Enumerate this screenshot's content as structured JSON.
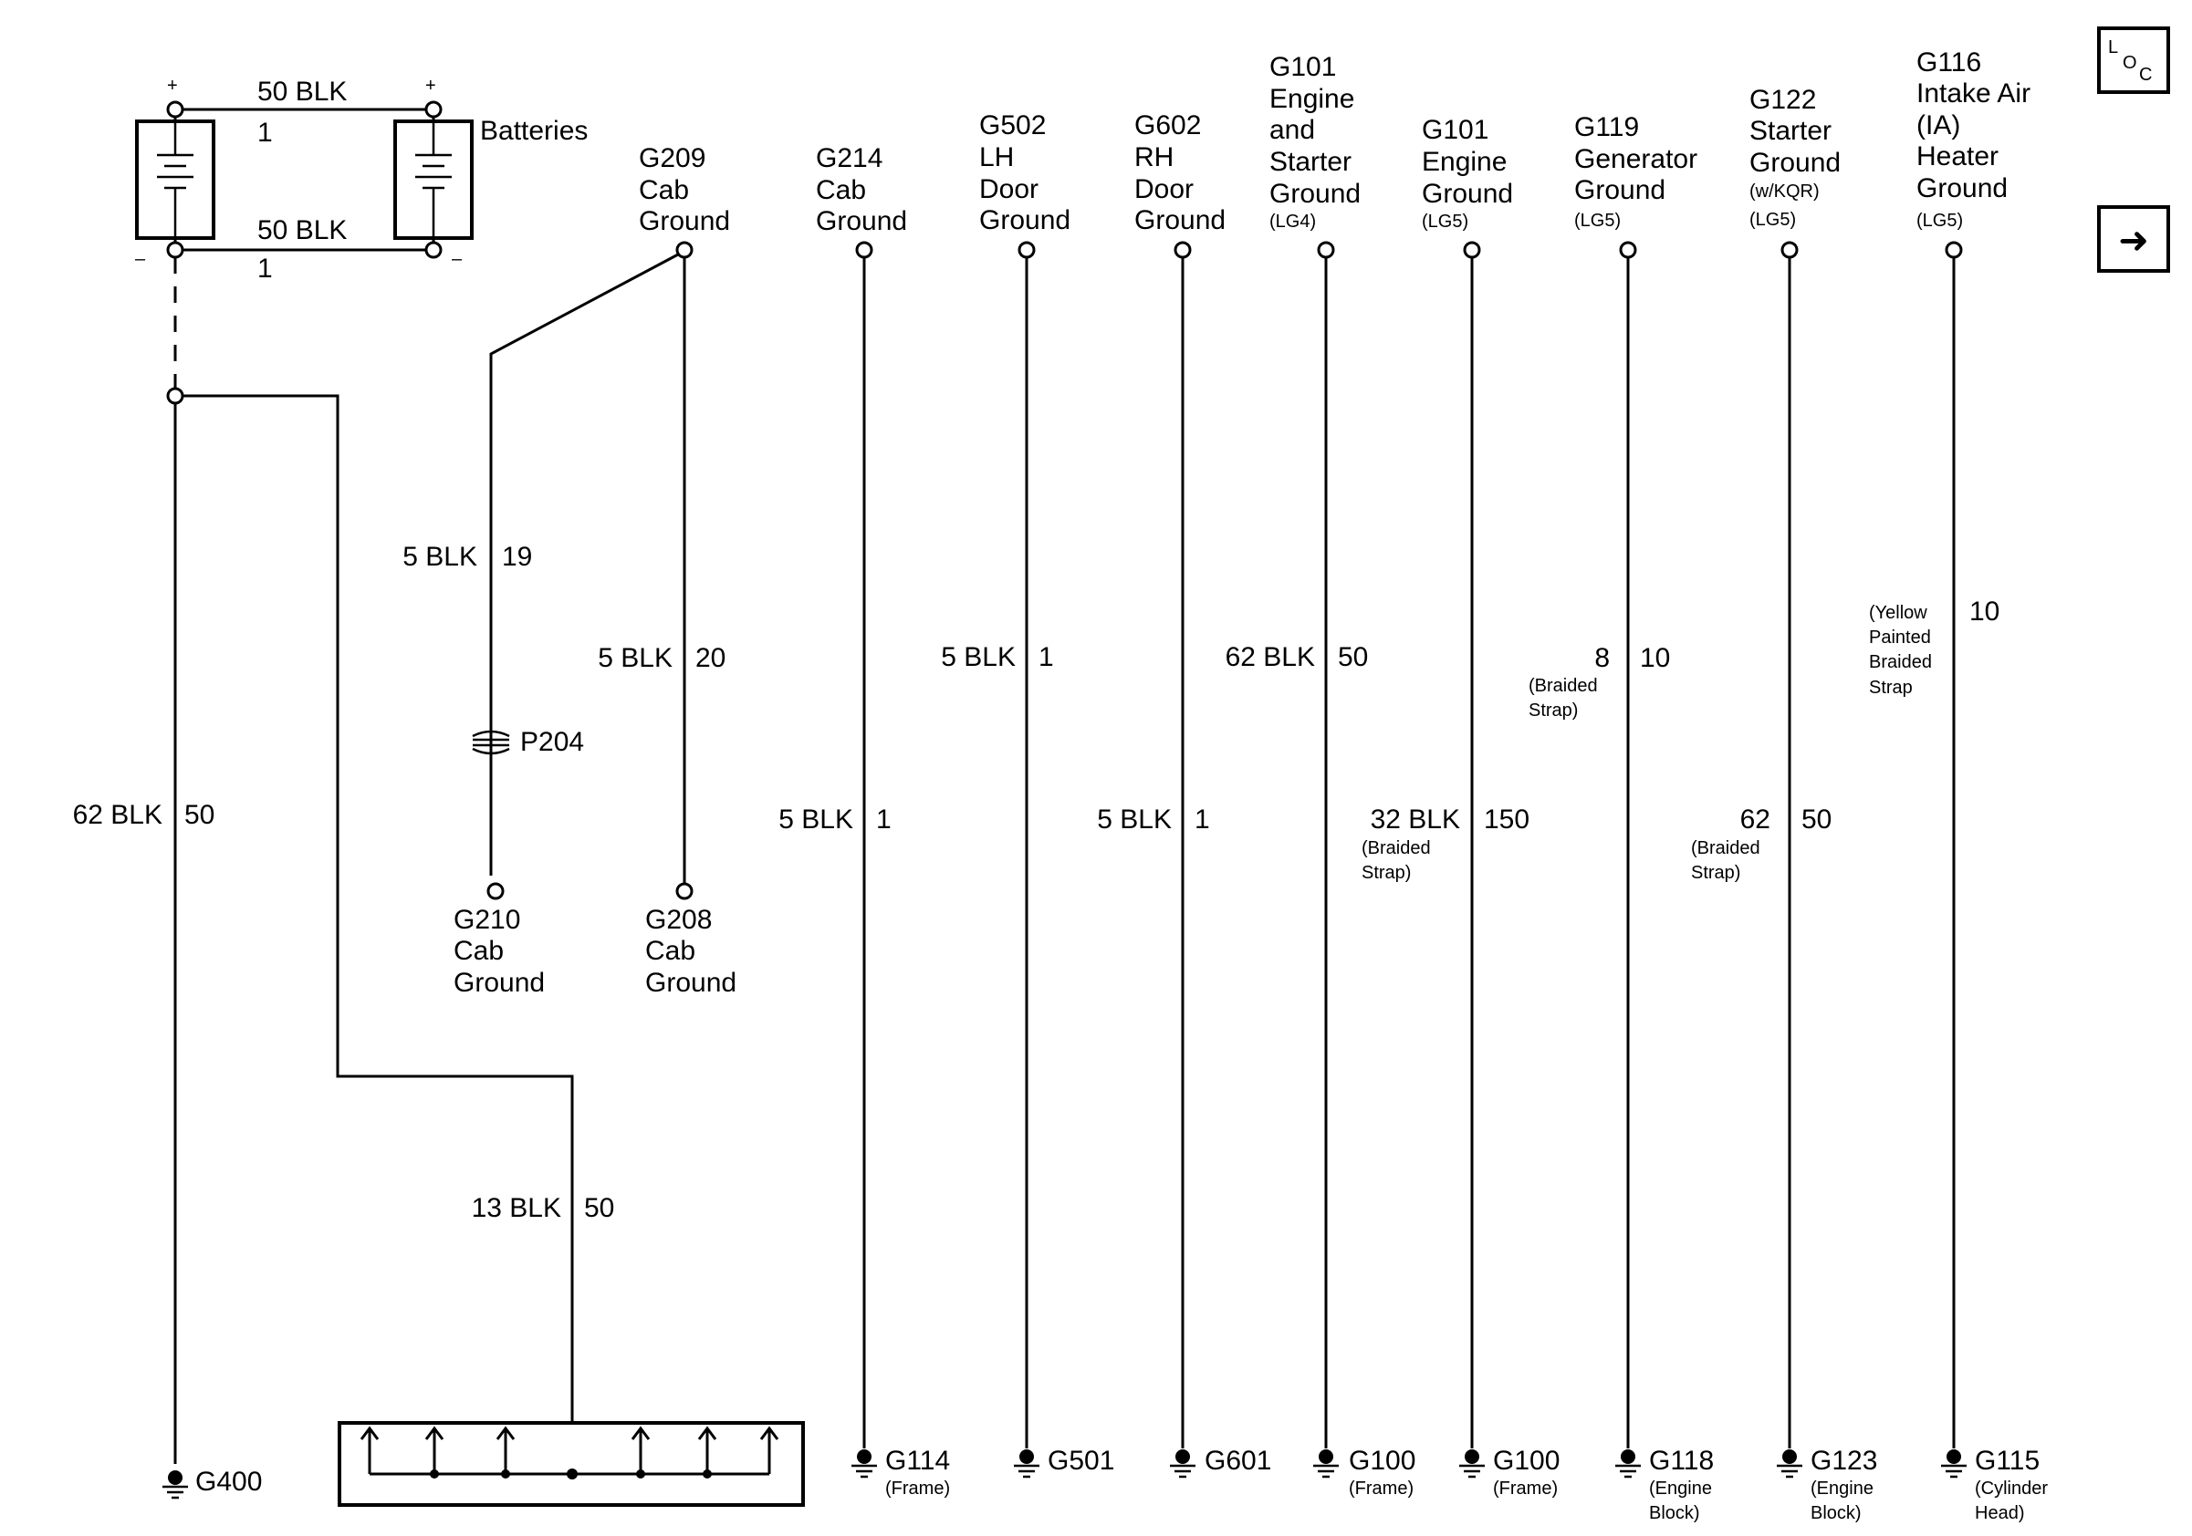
{
  "batteries": {
    "label": "Batteries",
    "pos_symbol": "+",
    "neg_symbol": "–",
    "top_wire": {
      "label": "50 BLK",
      "circuit": "1"
    },
    "bottom_wire": {
      "label": "50 BLK",
      "circuit": "1"
    }
  },
  "nav": {
    "loc_l": "L",
    "loc_o": "O",
    "loc_c": "C",
    "next_arrow": "➜"
  },
  "left_column": {
    "wire": {
      "label": "62 BLK",
      "circuit": "50"
    },
    "ground": "G400"
  },
  "bus_feed": {
    "label": "13 BLK",
    "circuit": "50"
  },
  "g209_group": {
    "top": [
      "G209",
      "Cab",
      "Ground"
    ],
    "branch_left": {
      "label": "5 BLK",
      "circuit": "19"
    },
    "connector": "P204",
    "branch_right": {
      "label": "5 BLK",
      "circuit": "20"
    },
    "g210": [
      "G210",
      "Cab",
      "Ground"
    ],
    "g208": [
      "G208",
      "Cab",
      "Ground"
    ]
  },
  "columns": [
    {
      "top": [
        "G214",
        "Cab",
        "Ground"
      ],
      "option": "",
      "wire_label": "5 BLK",
      "circuit": "1",
      "note": [],
      "bottom": "G114",
      "bottom_note": [
        "(Frame)"
      ]
    },
    {
      "top": [
        "G502",
        "LH",
        "Door",
        "Ground"
      ],
      "option": "",
      "wire_label": "5 BLK",
      "circuit": "1",
      "note": [],
      "bottom": "G501",
      "bottom_note": []
    },
    {
      "top": [
        "G602",
        "RH",
        "Door",
        "Ground"
      ],
      "option": "",
      "wire_label": "5 BLK",
      "circuit": "1",
      "note": [],
      "bottom": "G601",
      "bottom_note": []
    },
    {
      "top": [
        "G101",
        "Engine",
        "and",
        "Starter",
        "Ground"
      ],
      "option": "(LG4)",
      "wire_label": "62 BLK",
      "circuit": "50",
      "note": [],
      "bottom": "G100",
      "bottom_note": [
        "(Frame)"
      ]
    },
    {
      "top": [
        "G101",
        "Engine",
        "Ground"
      ],
      "option": "(LG5)",
      "wire_label": "32 BLK",
      "circuit": "150",
      "note": [
        "(Braided",
        "Strap)"
      ],
      "bottom": "G100",
      "bottom_note": [
        "(Frame)"
      ]
    },
    {
      "top": [
        "G119",
        "Generator",
        "Ground"
      ],
      "option": "(LG5)",
      "wire_label": "8",
      "circuit": "10",
      "note": [
        "(Braided",
        "Strap)"
      ],
      "bottom": "G118",
      "bottom_note": [
        "(Engine",
        "Block)"
      ]
    },
    {
      "top": [
        "G122",
        "Starter",
        "Ground"
      ],
      "option": "(w/KQR)",
      "option2": "(LG5)",
      "wire_label": "62",
      "circuit": "50",
      "note": [
        "(Braided",
        "Strap)"
      ],
      "bottom": "G123",
      "bottom_note": [
        "(Engine",
        "Block)"
      ]
    },
    {
      "top": [
        "G116",
        "Intake Air",
        "(IA)",
        "Heater",
        "Ground"
      ],
      "option": "(LG5)",
      "wire_label": "",
      "circuit": "10",
      "note": [
        "(Yellow",
        "Painted",
        "Braided",
        "Strap"
      ],
      "bottom": "G115",
      "bottom_note": [
        "(Cylinder",
        "Head)"
      ]
    }
  ]
}
